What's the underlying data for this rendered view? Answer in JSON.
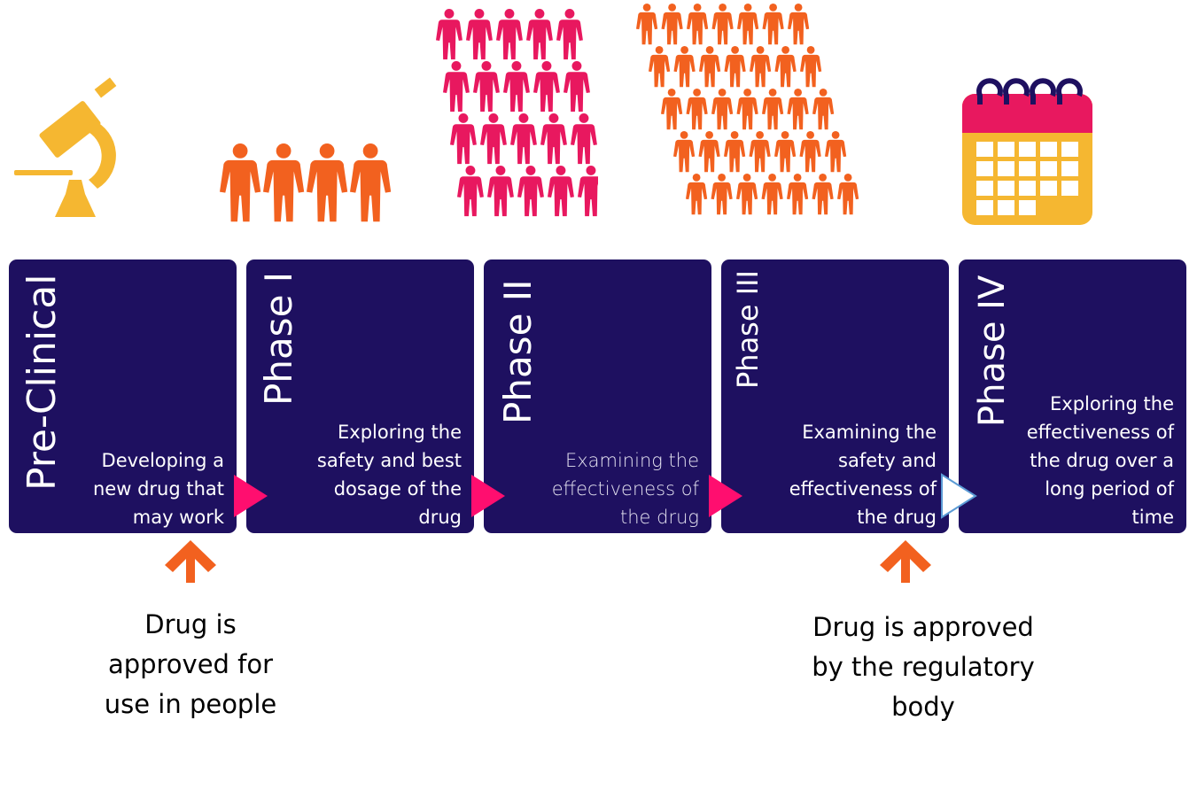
{
  "colors": {
    "panel_bg": "#1e1060",
    "panel_text": "#ffffff",
    "orange": "#f2611f",
    "pink": "#e8185f",
    "yellow": "#f5b731",
    "calendar_header": "#e8185f",
    "calendar_rings": "#1e1060",
    "connector_pink": "#ff0e6f",
    "connector_light": "#ffffff",
    "arrow_orange": "#f2611f"
  },
  "icons": {
    "preclinical": "microscope-icon",
    "phase1": "small-group-people-icon",
    "phase2": "medium-group-people-icon",
    "phase3": "large-group-people-icon",
    "phase4": "calendar-icon"
  },
  "people_counts": {
    "phase1": 4,
    "phase2": 20,
    "phase3": 35
  },
  "phases": [
    {
      "title": "Pre-Clinical",
      "description": [
        "Developing a",
        "new drug that",
        "may work"
      ]
    },
    {
      "title": "Phase I",
      "description": [
        "Exploring the",
        "safety and best",
        "dosage of the",
        "drug"
      ]
    },
    {
      "title": "Phase II",
      "description": [
        "Examining the",
        "effectiveness of",
        "the drug"
      ]
    },
    {
      "title": "Phase III",
      "description": [
        "Examining the",
        "safety and",
        "effectiveness of",
        "the drug"
      ]
    },
    {
      "title": "Phase IV",
      "description": [
        "Exploring the",
        "effectiveness of",
        "the drug over a",
        "long period of",
        "time"
      ]
    }
  ],
  "notes": [
    {
      "lines": [
        "Drug is",
        "approved for",
        "use in people"
      ]
    },
    {
      "lines": [
        "Drug is approved",
        "by the regulatory",
        "body"
      ]
    }
  ]
}
